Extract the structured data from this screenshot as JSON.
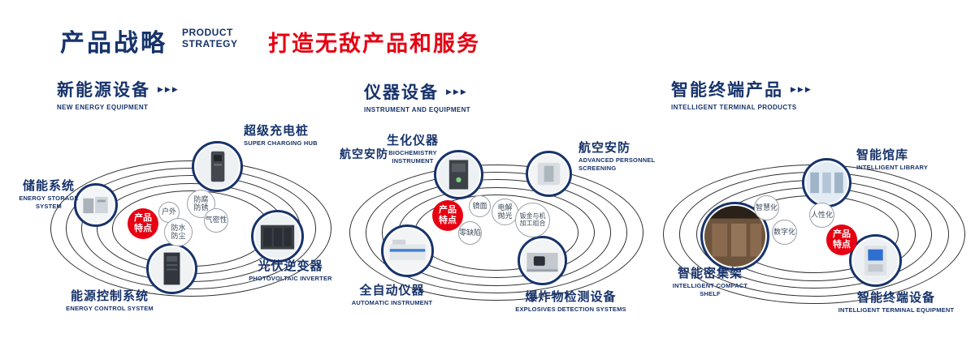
{
  "header": {
    "title_cn": "产品战略",
    "title_en": "PRODUCT\nSTRATEGY",
    "subtitle": "打造无敌产品和服务"
  },
  "icons": {
    "section_arrow": "▶▶▶"
  },
  "badge_label": "产品特点",
  "sections": [
    {
      "title_cn": "新能源设备",
      "title_en": "NEW ENERGY EQUIPMENT",
      "features": [
        "户外",
        "防腐防锈",
        "防水防尘",
        "气密性"
      ],
      "items": [
        {
          "cn": "储能系统",
          "en": "ENERGY STORAGE SYSTEM"
        },
        {
          "cn": "超级充电桩",
          "en": "SUPER CHARGING HUB"
        },
        {
          "cn": "光伏逆变器",
          "en": "PHOTOVOLTAIC INVERTER"
        },
        {
          "cn": "能源控制系统",
          "en": "ENERGY CONTROL SYSTEM"
        }
      ]
    },
    {
      "title_cn": "仪器设备",
      "title_en": "INSTRUMENT AND EQUIPMENT",
      "extra_label": "航空安防",
      "features": [
        "镜面",
        "电解抛光",
        "零缺陷",
        "钣金与机加工组合"
      ],
      "items": [
        {
          "cn": "生化仪器",
          "en": "BIOCHEMISTRY INSTRUMENT"
        },
        {
          "cn": "航空安防",
          "en": "ADVANCED PERSONNEL SCREENING"
        },
        {
          "cn": "全自动仪器",
          "en": "AUTOMATIC INSTRUMENT"
        },
        {
          "cn": "爆炸物检测设备",
          "en": "EXPLOSIVES DETECTION SYSTEMS"
        }
      ]
    },
    {
      "title_cn": "智能终端产品",
      "title_en": "INTELLIGENT TERMINAL PRODUCTS",
      "features": [
        "智慧化",
        "人性化",
        "数字化"
      ],
      "items": [
        {
          "cn": "智能馆库",
          "en": "INTELLIGENT LIBRARY"
        },
        {
          "cn": "智能密集架",
          "en": "INTELLIGENT COMPACT SHELF"
        },
        {
          "cn": "智能终端设备",
          "en": "INTELLIGENT TERMINAL EQUIPMENT"
        }
      ]
    }
  ],
  "colors": {
    "navy": "#17336b",
    "red": "#e60012"
  }
}
